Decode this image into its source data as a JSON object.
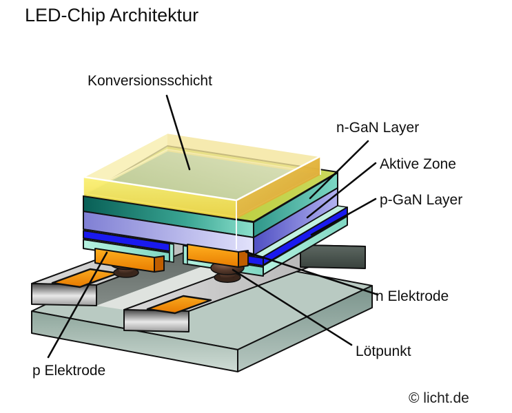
{
  "title": "LED-Chip Architektur",
  "copyright": "© licht.de",
  "labels": {
    "conversion_layer": "Konversionsschicht",
    "n_gan_layer": "n-GaN Layer",
    "active_zone": "Aktive Zone",
    "p_gan_layer": "p-GaN Layer",
    "n_electrode": "n Elektrode",
    "solder_point": "Lötpunkt",
    "p_electrode": "p Elektrode"
  },
  "colors": {
    "background": "#ffffff",
    "conversion_yellow": "#f2dc4a",
    "chip_top_green": "#b9cc34",
    "n_gan_teal": "#2f968a",
    "active_zone_lavender": "#9a9ae0",
    "p_gan_blue": "#1a1aef",
    "contact_mint": "#9fe8d4",
    "electrode_orange": "#f59300",
    "solder_brown": "#3a261c",
    "bond_pad_orange": "#f59300",
    "rail_gray": "#c2c2c2",
    "base_sage": "#b9cac2",
    "line_black": "#111111"
  }
}
